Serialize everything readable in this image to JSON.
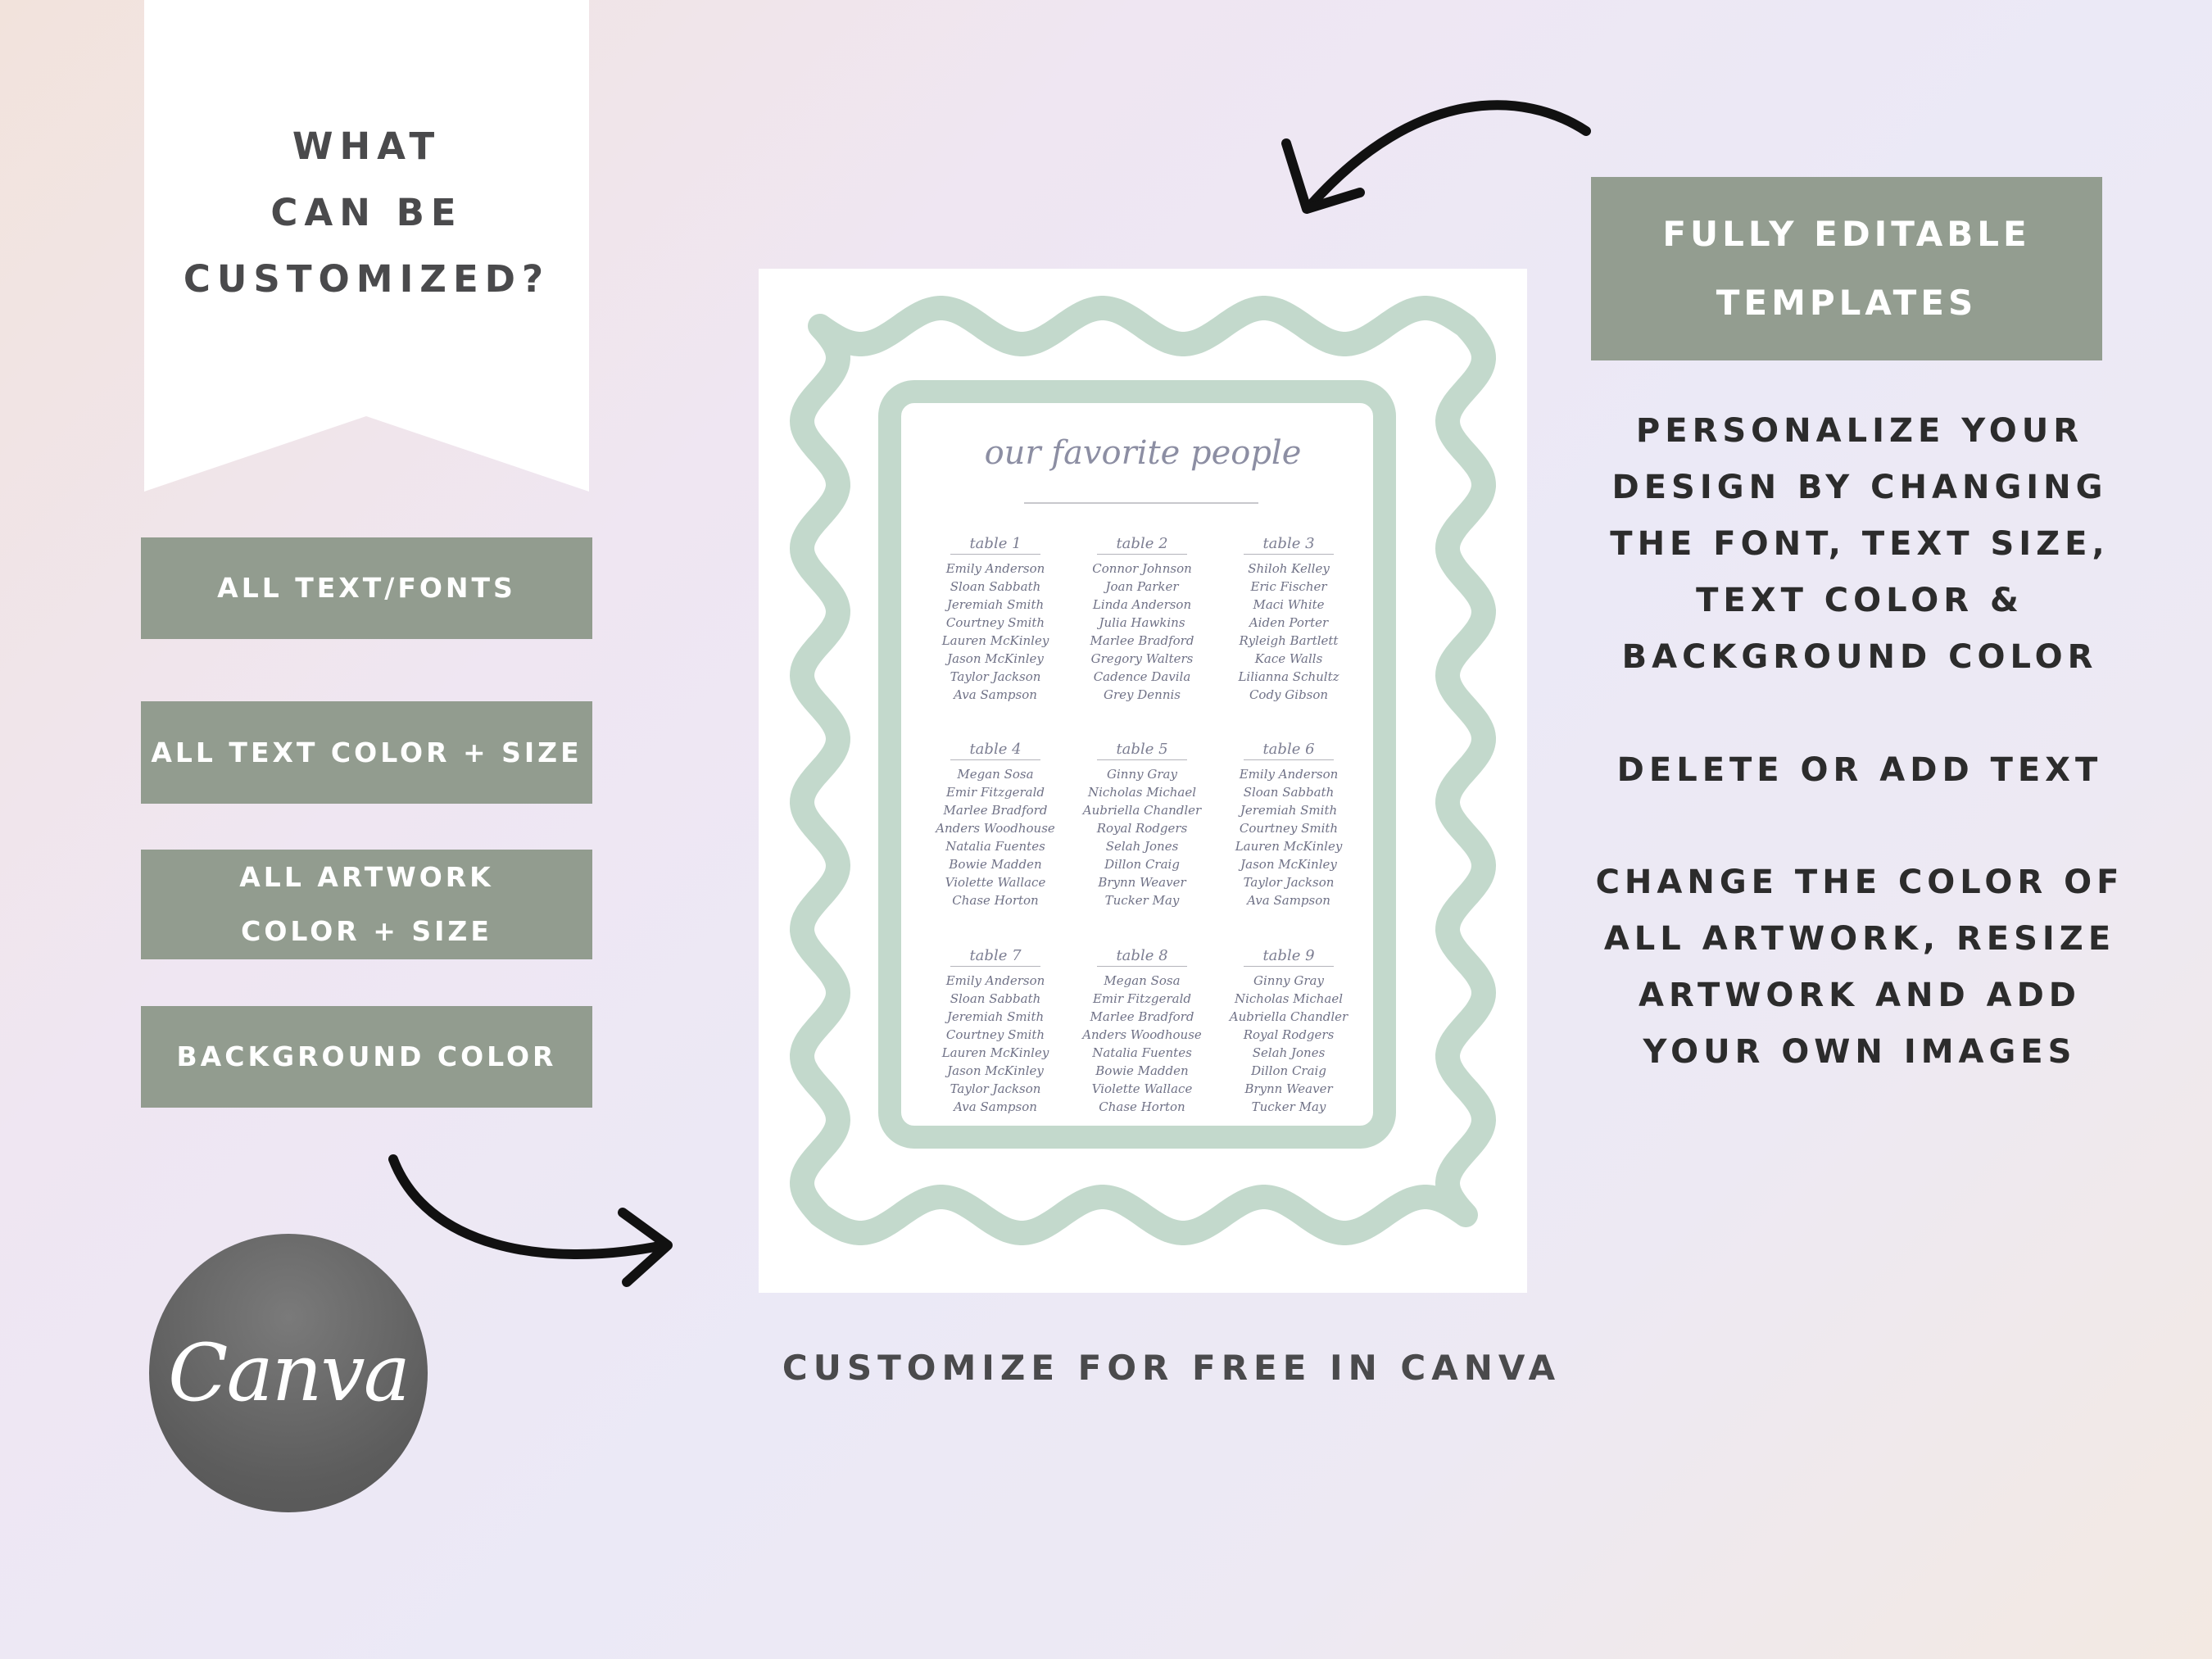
{
  "left_banner": {
    "lines": [
      "WHAT",
      "CAN BE",
      "CUSTOMIZED?"
    ]
  },
  "features": [
    {
      "lines": [
        "ALL TEXT/FONTS"
      ]
    },
    {
      "lines": [
        "ALL TEXT COLOR + SIZE"
      ]
    },
    {
      "lines": [
        "ALL ARTWORK",
        "COLOR + SIZE"
      ]
    },
    {
      "lines": [
        "BACKGROUND COLOR"
      ]
    }
  ],
  "right_panel": {
    "heading": [
      "FULLY EDITABLE",
      "TEMPLATES"
    ],
    "paragraphs": [
      [
        "PERSONALIZE YOUR",
        "DESIGN BY CHANGING",
        "THE FONT, TEXT SIZE,",
        "TEXT COLOR &",
        "BACKGROUND COLOR"
      ],
      [
        "DELETE OR ADD TEXT"
      ],
      [
        "CHANGE THE COLOR OF",
        "ALL ARTWORK, RESIZE",
        "ARTWORK AND ADD",
        "YOUR OWN IMAGES"
      ]
    ]
  },
  "template": {
    "title": "our favorite people",
    "tables": [
      {
        "name": "table 1",
        "guests": [
          "Emily Anderson",
          "Sloan Sabbath",
          "Jeremiah Smith",
          "Courtney Smith",
          "Lauren McKinley",
          "Jason McKinley",
          "Taylor Jackson",
          "Ava Sampson"
        ]
      },
      {
        "name": "table 2",
        "guests": [
          "Connor Johnson",
          "Joan Parker",
          "Linda Anderson",
          "Julia Hawkins",
          "Marlee Bradford",
          "Gregory Walters",
          "Cadence Davila",
          "Grey Dennis"
        ]
      },
      {
        "name": "table 3",
        "guests": [
          "Shiloh Kelley",
          "Eric Fischer",
          "Maci White",
          "Aiden Porter",
          "Ryleigh Bartlett",
          "Kace Walls",
          "Lilianna Schultz",
          "Cody Gibson"
        ]
      },
      {
        "name": "table 4",
        "guests": [
          "Megan Sosa",
          "Emir Fitzgerald",
          "Marlee Bradford",
          "Anders Woodhouse",
          "Natalia Fuentes",
          "Bowie Madden",
          "Violette Wallace",
          "Chase Horton"
        ]
      },
      {
        "name": "table 5",
        "guests": [
          "Ginny Gray",
          "Nicholas Michael",
          "Aubriella Chandler",
          "Royal Rodgers",
          "Selah Jones",
          "Dillon Craig",
          "Brynn Weaver",
          "Tucker May"
        ]
      },
      {
        "name": "table 6",
        "guests": [
          "Emily Anderson",
          "Sloan Sabbath",
          "Jeremiah Smith",
          "Courtney Smith",
          "Lauren McKinley",
          "Jason McKinley",
          "Taylor Jackson",
          "Ava Sampson"
        ]
      },
      {
        "name": "table 7",
        "guests": [
          "Emily Anderson",
          "Sloan Sabbath",
          "Jeremiah Smith",
          "Courtney Smith",
          "Lauren McKinley",
          "Jason McKinley",
          "Taylor Jackson",
          "Ava Sampson"
        ]
      },
      {
        "name": "table 8",
        "guests": [
          "Megan Sosa",
          "Emir Fitzgerald",
          "Marlee Bradford",
          "Anders Woodhouse",
          "Natalia Fuentes",
          "Bowie Madden",
          "Violette Wallace",
          "Chase Horton"
        ]
      },
      {
        "name": "table 9",
        "guests": [
          "Ginny Gray",
          "Nicholas Michael",
          "Aubriella Chandler",
          "Royal Rodgers",
          "Selah Jones",
          "Dillon Craig",
          "Brynn Weaver",
          "Tucker May"
        ]
      }
    ]
  },
  "caption": "CUSTOMIZE FOR FREE IN CANVA",
  "logo": {
    "text": "Canva"
  },
  "colors": {
    "sage": "#929c8f",
    "mint_frame": "#c3d9cc",
    "dark_text": "#2c2c2c",
    "banner": "#ffffff",
    "arrow": "#111111"
  }
}
